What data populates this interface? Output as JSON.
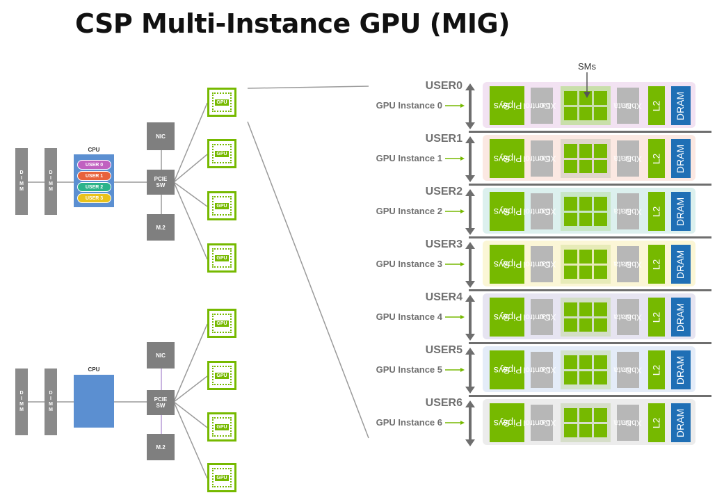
{
  "title": "CSP Multi-Instance GPU (MIG)",
  "dimm_letters": [
    "D",
    "I",
    "M",
    "M"
  ],
  "cpu_label": "CPU",
  "cpu_users": [
    {
      "label": "USER 0",
      "color": "#c061c0"
    },
    {
      "label": "USER 1",
      "color": "#e8623b"
    },
    {
      "label": "USER 2",
      "color": "#2bb38a"
    },
    {
      "label": "USER 3",
      "color": "#e9c21a"
    }
  ],
  "nic_label": "NIC",
  "pcie_label_1": "PCIE",
  "pcie_label_2": "SW",
  "m2_label": "M.2",
  "gpu_label": "GPU",
  "sms_label": "SMs",
  "block_labels": {
    "sys_1": "Sys",
    "sys_2": "Pipe",
    "ctl_1": "Control",
    "ctl_2": "Xbar",
    "dat_1": "Data",
    "dat_2": "Xbar",
    "l2": "L2",
    "dram": "DRAM"
  },
  "instances": [
    {
      "user": "USER0",
      "instance": "GPU Instance 0",
      "bg": "#f2e2f2",
      "sm_bg": "#c9dfaa"
    },
    {
      "user": "USER1",
      "instance": "GPU Instance 1",
      "bg": "#fbe8e2",
      "sm_bg": "#e0d6cc"
    },
    {
      "user": "USER2",
      "instance": "GPU Instance 2",
      "bg": "#dcf0ee",
      "sm_bg": "#c8e6c6"
    },
    {
      "user": "USER3",
      "instance": "GPU Instance 3",
      "bg": "#fbf6d6",
      "sm_bg": "#e7ebb8"
    },
    {
      "user": "USER4",
      "instance": "GPU Instance 4",
      "bg": "#e6e4f1",
      "sm_bg": "#d3dec6"
    },
    {
      "user": "USER5",
      "instance": "GPU Instance 5",
      "bg": "#e4ecf8",
      "sm_bg": "#d3e2cc"
    },
    {
      "user": "USER6",
      "instance": "GPU Instance 6",
      "bg": "#ececec",
      "sm_bg": "#d6dec9"
    }
  ],
  "colors": {
    "nvidia_green": "#76b900",
    "gray_box": "#7f7f7f",
    "cpu_blue": "#5b8fd1",
    "dram_blue": "#1f6fb5"
  }
}
